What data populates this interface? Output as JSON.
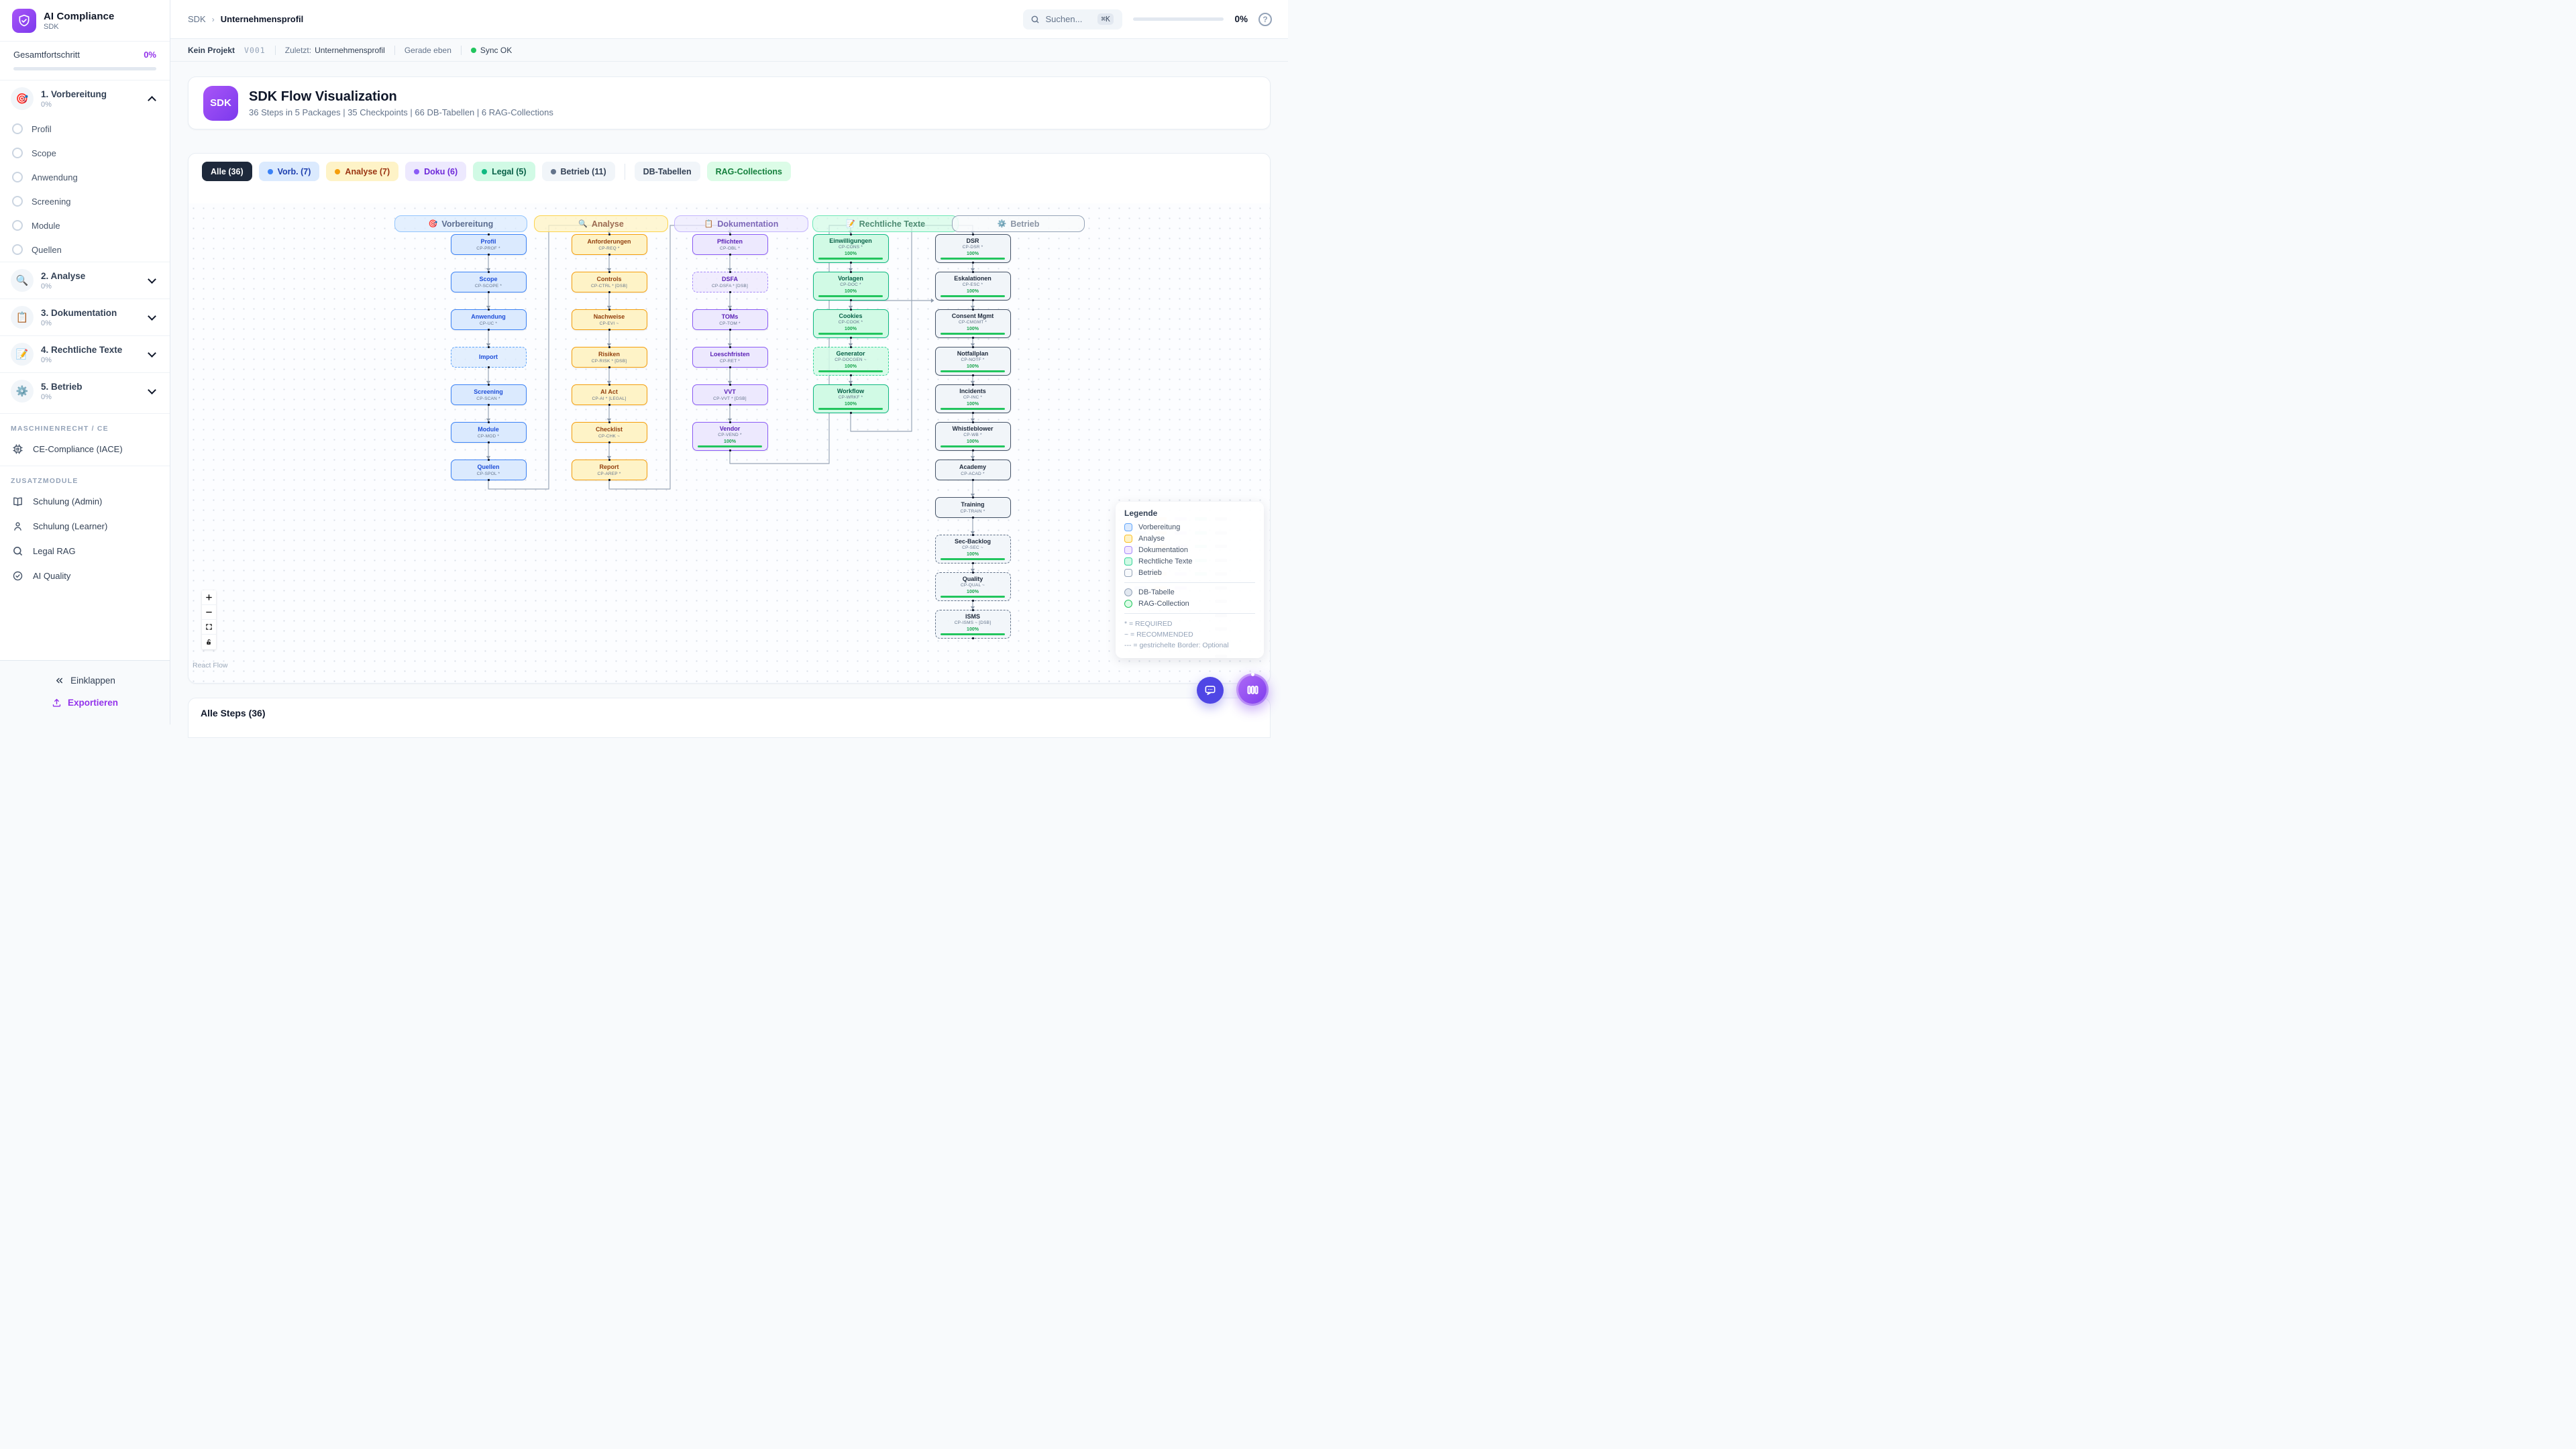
{
  "sidebar": {
    "app_title": "AI Compliance",
    "app_subtitle": "SDK",
    "progress_label": "Gesamtfortschritt",
    "progress_value": "0%",
    "phases": [
      {
        "label": "1. Vorbereitung",
        "pct": "0%",
        "emoji": "🎯",
        "expanded": true,
        "items": [
          "Profil",
          "Scope",
          "Anwendung",
          "Screening",
          "Module",
          "Quellen"
        ]
      },
      {
        "label": "2. Analyse",
        "pct": "0%",
        "emoji": "🔍"
      },
      {
        "label": "3. Dokumentation",
        "pct": "0%",
        "emoji": "📋"
      },
      {
        "label": "4. Rechtliche Texte",
        "pct": "0%",
        "emoji": "📝"
      },
      {
        "label": "5. Betrieb",
        "pct": "0%",
        "emoji": "⚙️"
      }
    ],
    "section1_label": "MASCHINENRECHT / CE",
    "ce_item": "CE-Compliance (IACE)",
    "section2_label": "ZUSATZMODULE",
    "modules": [
      "Schulung (Admin)",
      "Schulung (Learner)",
      "Legal RAG",
      "AI Quality"
    ],
    "collapse_label": "Einklappen",
    "export_label": "Exportieren"
  },
  "header": {
    "breadcrumb_root": "SDK",
    "breadcrumb_current": "Unternehmensprofil",
    "search_placeholder": "Suchen...",
    "search_kbd": "⌘K",
    "progress_pct": "0%",
    "help_glyph": "?"
  },
  "statusbar": {
    "project": "Kein Projekt",
    "version": "V001",
    "last_label": "Zuletzt:",
    "last_value": "Unternehmensprofil",
    "time": "Gerade eben",
    "sync": "Sync OK"
  },
  "hero": {
    "badge": "SDK",
    "title": "SDK Flow Visualization",
    "subtitle": "36 Steps in 5 Packages | 35 Checkpoints | 66 DB-Tabellen | 6 RAG-Collections"
  },
  "filters": {
    "chips": [
      {
        "label": "Alle (36)",
        "cls": "all",
        "dot": false
      },
      {
        "label": "Vorb. (7)",
        "cls": "vorb",
        "dot": true
      },
      {
        "label": "Analyse (7)",
        "cls": "analyse",
        "dot": true
      },
      {
        "label": "Doku (6)",
        "cls": "doku",
        "dot": true
      },
      {
        "label": "Legal (5)",
        "cls": "legal",
        "dot": true
      },
      {
        "label": "Betrieb (11)",
        "cls": "betrieb",
        "dot": true
      }
    ],
    "db_label": "DB-Tabellen",
    "rag_label": "RAG-Collections"
  },
  "canvas": {
    "columns": [
      {
        "title": "Vorbereitung",
        "emoji": "🎯",
        "theme": "vorb",
        "nodes": [
          {
            "label": "Profil",
            "code": "CP-PROF *"
          },
          {
            "label": "Scope",
            "code": "CP-SCOPE *"
          },
          {
            "label": "Anwendung",
            "code": "CP-UC *"
          },
          {
            "label": "Import",
            "code": "",
            "dashed": true
          },
          {
            "label": "Screening",
            "code": "CP-SCAN *"
          },
          {
            "label": "Module",
            "code": "CP-MOD *"
          },
          {
            "label": "Quellen",
            "code": "CP-SPOL *"
          }
        ]
      },
      {
        "title": "Analyse",
        "emoji": "🔍",
        "theme": "analyse",
        "nodes": [
          {
            "label": "Anforderungen",
            "code": "CP-REQ *"
          },
          {
            "label": "Controls",
            "code": "CP-CTRL * [DSB]"
          },
          {
            "label": "Nachweise",
            "code": "CP-EVI ~"
          },
          {
            "label": "Risiken",
            "code": "CP-RISK * [DSB]"
          },
          {
            "label": "AI Act",
            "code": "CP-AI * [LEGAL]"
          },
          {
            "label": "Checklist",
            "code": "CP-CHK ~"
          },
          {
            "label": "Report",
            "code": "CP-AREP *"
          }
        ]
      },
      {
        "title": "Dokumentation",
        "emoji": "📋",
        "theme": "doku",
        "nodes": [
          {
            "label": "Pflichten",
            "code": "CP-OBL *"
          },
          {
            "label": "DSFA",
            "code": "CP-DSFA * [DSB]",
            "dashed": true
          },
          {
            "label": "TOMs",
            "code": "CP-TOM *"
          },
          {
            "label": "Loeschfristen",
            "code": "CP-RET *"
          },
          {
            "label": "VVT",
            "code": "CP-VVT * [DSB]"
          },
          {
            "label": "Vendor",
            "code": "CP-VEND *",
            "pct": "100%"
          }
        ]
      },
      {
        "title": "Rechtliche Texte",
        "emoji": "📝",
        "theme": "legal",
        "nodes": [
          {
            "label": "Einwilligungen",
            "code": "CP-CONS *",
            "pct": "100%"
          },
          {
            "label": "Vorlagen",
            "code": "CP-DOC *",
            "pct": "100%"
          },
          {
            "label": "Cookies",
            "code": "CP-COOK *",
            "pct": "100%"
          },
          {
            "label": "Generator",
            "code": "CP-DOCGEN ~",
            "pct": "100%",
            "dashed": true
          },
          {
            "label": "Workflow",
            "code": "CP-WRKF *",
            "pct": "100%"
          }
        ]
      },
      {
        "title": "Betrieb",
        "emoji": "⚙️",
        "theme": "betrieb",
        "nodes": [
          {
            "label": "DSR",
            "code": "CP-DSR *",
            "pct": "100%"
          },
          {
            "label": "Eskalationen",
            "code": "CP-ESC *",
            "pct": "100%"
          },
          {
            "label": "Consent Mgmt",
            "code": "CP-CMGMT *",
            "pct": "100%"
          },
          {
            "label": "Notfallplan",
            "code": "CP-NOTF *",
            "pct": "100%"
          },
          {
            "label": "Incidents",
            "code": "CP-INC *",
            "pct": "100%"
          },
          {
            "label": "Whistleblower",
            "code": "CP-WB *",
            "pct": "100%"
          },
          {
            "label": "Academy",
            "code": "CP-ACAD *"
          },
          {
            "label": "Training",
            "code": "CP-TRAIN *"
          },
          {
            "label": "Sec-Backlog",
            "code": "CP-SEC ~",
            "pct": "100%",
            "dashed": true
          },
          {
            "label": "Quality",
            "code": "CP-QUAL ~",
            "pct": "100%",
            "dashed": true
          },
          {
            "label": "ISMS",
            "code": "CP-ISMS ~ [DSB]",
            "pct": "100%",
            "dashed": true
          }
        ]
      }
    ],
    "legend": {
      "title": "Legende",
      "phases": [
        {
          "label": "Vorbereitung",
          "cls": "vorb"
        },
        {
          "label": "Analyse",
          "cls": "analyse"
        },
        {
          "label": "Dokumentation",
          "cls": "doku"
        },
        {
          "label": "Rechtliche Texte",
          "cls": "legal"
        },
        {
          "label": "Betrieb",
          "cls": "betrieb"
        }
      ],
      "shapes": [
        {
          "label": "DB-Tabelle",
          "cls": "db"
        },
        {
          "label": "RAG-Collection",
          "cls": "rag"
        }
      ],
      "notes": [
        "* = REQUIRED",
        "~ = RECOMMENDED",
        "--- = gestrichelte Border: Optional"
      ]
    },
    "attribution": "React Flow"
  },
  "bottom": {
    "title": "Alle Steps (36)"
  },
  "colors": {
    "accent_purple": "#7c3aed",
    "progress_purple": "#9333ea",
    "success_green": "#22c55e",
    "vorbereitung_blue": "#3b82f6",
    "analyse_amber": "#f59e0b",
    "doku_violet": "#8b5cf6",
    "legal_green": "#10b981",
    "betrieb_slate": "#475569",
    "edge_gray": "#94a3b8"
  },
  "minimap": {
    "counts": [
      7,
      7,
      6,
      5,
      11
    ],
    "colors": [
      "rgba(59,130,246,.22)",
      "rgba(245,158,11,.22)",
      "rgba(139,92,246,.22)",
      "rgba(16,185,129,.22)",
      "rgba(100,116,139,.22)"
    ]
  }
}
